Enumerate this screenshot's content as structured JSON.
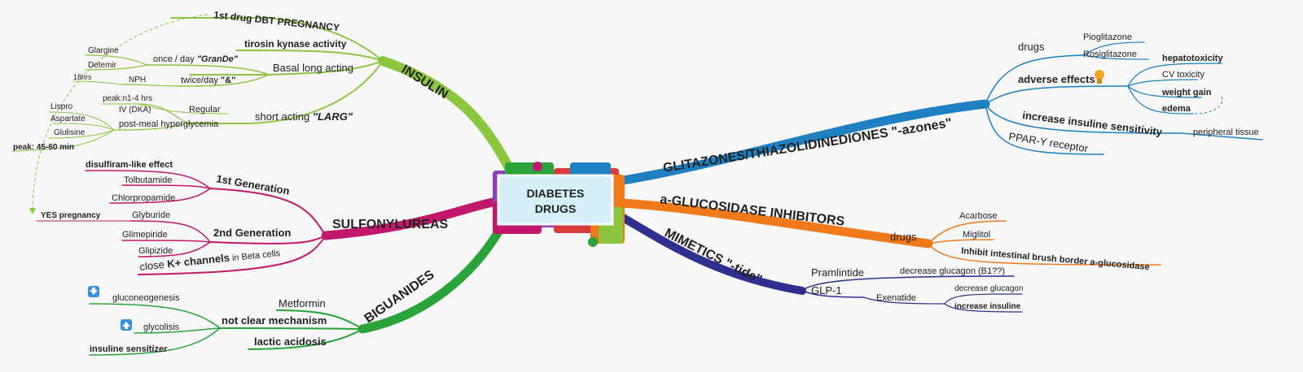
{
  "center": {
    "line1": "DIABETES",
    "line2": "DRUGS"
  },
  "insulin": {
    "title": "INSULIN",
    "first_drug": "1st drug DBT PREGNANCY",
    "tyrosin": "tirosin kynase activity",
    "basal": "Basal long acting",
    "once_day_a": "once / day ",
    "once_day_b": "\"GranDe\"",
    "twice_day_a": "twice/day ",
    "twice_day_b": "\"&\"",
    "glargine": "Glargine",
    "detemir": "Detemir",
    "hrs18": "18hrs",
    "nph": "NPH",
    "short_a": "short acting ",
    "short_b": "\"LARG\"",
    "peak_reg": "peak:n1-4 hrs",
    "iv_dka": "IV (DKA)",
    "regular": "Regular",
    "post_meal": "post-meal hyperglycemia",
    "lispro": "Lispro",
    "aspartate": "Aspartate",
    "glulisine": "Glulisine",
    "peak_rapid": "peak: 45-60 min"
  },
  "sulfonylureas": {
    "title": "SULFONYLUREAS",
    "gen1": "1st Generation",
    "disulfiram": "disulfiram-like effect",
    "tolbutamide": "Tolbutamide",
    "chlorpropamide": "Chlorpropamide",
    "gen2": "2nd Generation",
    "yes_pregnancy": "YES pregnancy",
    "glyburide": "Glyburide",
    "glimepiride": "Glimepiride",
    "glipizide": "Glipizide",
    "close_a": "close ",
    "close_b": "K+ channels",
    "close_c": " in Beta cells"
  },
  "biguanides": {
    "title": "BIGUANIDES",
    "metformin": "Metformin",
    "not_clear": "not clear mechanism",
    "gluconeogenesis": "gluconeogenesis",
    "glycolisis": "glycolisis",
    "sensitizer": "insuline sensitizer",
    "lactic": "lactic acidosis"
  },
  "glitazones": {
    "title": "GLITAZONES/THIAZOLIDINEDIONES \"-azones\"",
    "drugs": "drugs",
    "pioglitazone": "Pioglitazone",
    "rosiglitazone": "Rosiglitazone",
    "adverse": "adverse effects",
    "hepatotoxicity": "hepatotoxicity",
    "cv_toxicity": "CV toxicity",
    "weight_gain": "weight gain",
    "edema": "edema",
    "increase_sens": "increase insuline sensitivity",
    "peripheral": "peripheral tissue",
    "ppar": "PPAR-Y receptor"
  },
  "aglucosidase": {
    "title": "a-GLUCOSIDASE INHIBITORS",
    "drugs": "drugs",
    "acarbose": "Acarbose",
    "miglitol": "Miglitol",
    "inhibit": "Inhibit intestinal brush border a-glucosidase"
  },
  "mimetics": {
    "title": "MIMETICS \"-tide\"",
    "pramlintide": "Pramlintide",
    "decrease_b1": "decrease glucagon (B1??)",
    "glp1": "GLP-1",
    "exenatide": "Exenatide",
    "decrease_glucagon": "decrease glucagon",
    "increase_insuline": "increase insuline"
  },
  "colors": {
    "insulin": "#8cc63f",
    "sulfonylureas": "#c2186b",
    "biguanides": "#2aa33a",
    "glitazones": "#1e7fc1",
    "aglucosidase": "#f07a1a",
    "mimetics": "#2e2f8f"
  }
}
